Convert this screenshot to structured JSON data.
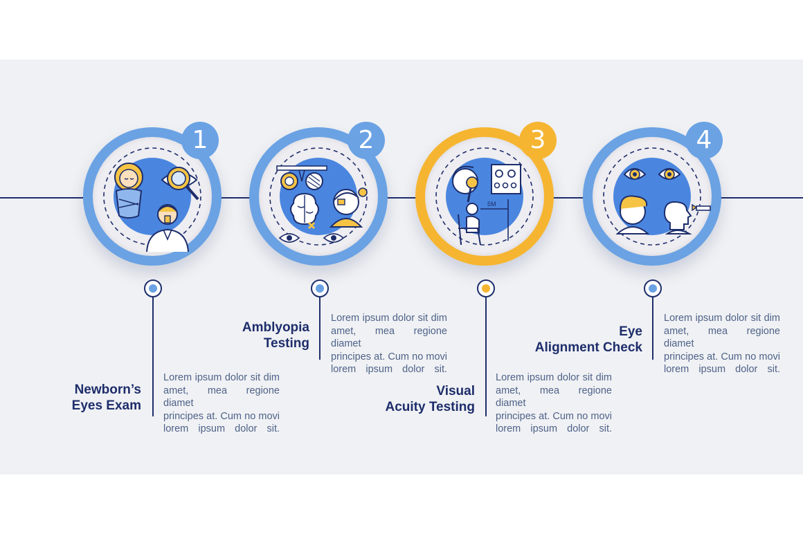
{
  "colors": {
    "navy": "#1d2d6b",
    "blue": "#6aa2e4",
    "yellow": "#f6b531",
    "panel": "#f0f1f4"
  },
  "steps": [
    {
      "number": "1",
      "title_line1": "Newborn’s",
      "title_line2": "Eyes Exam",
      "body_lines": [
        "Lorem ipsum dolor sit dim",
        "amet, mea regione diamet",
        "principes at. Cum no movi",
        "lorem ipsum dolor sit."
      ]
    },
    {
      "number": "2",
      "title_line1": "Amblyopia",
      "title_line2": "Testing",
      "body_lines": [
        "Lorem ipsum dolor sit dim",
        "amet, mea regione diamet",
        "principes at. Cum no movi",
        "lorem ipsum dolor sit."
      ]
    },
    {
      "number": "3",
      "title_line1": "Visual",
      "title_line2": "Acuity Testing",
      "chart_label": "5M",
      "body_lines": [
        "Lorem ipsum dolor sit dim",
        "amet, mea regione diamet",
        "principes at. Cum no movi",
        "lorem ipsum dolor sit."
      ]
    },
    {
      "number": "4",
      "title_line1": "Eye",
      "title_line2": "Alignment Check",
      "body_lines": [
        "Lorem ipsum dolor sit dim",
        "amet, mea regione diamet",
        "principes at. Cum no movi",
        "lorem ipsum dolor sit."
      ]
    }
  ],
  "icons": [
    "newborn-baby-icon",
    "magnifier-eye-icon",
    "doctor-icon",
    "phoropter-icon",
    "brain-icon",
    "child-eyepatch-icon",
    "eye-icon",
    "vision-chart-icon",
    "child-chair-icon",
    "eyes-icon",
    "child-profile-icon",
    "penlight-icon"
  ]
}
